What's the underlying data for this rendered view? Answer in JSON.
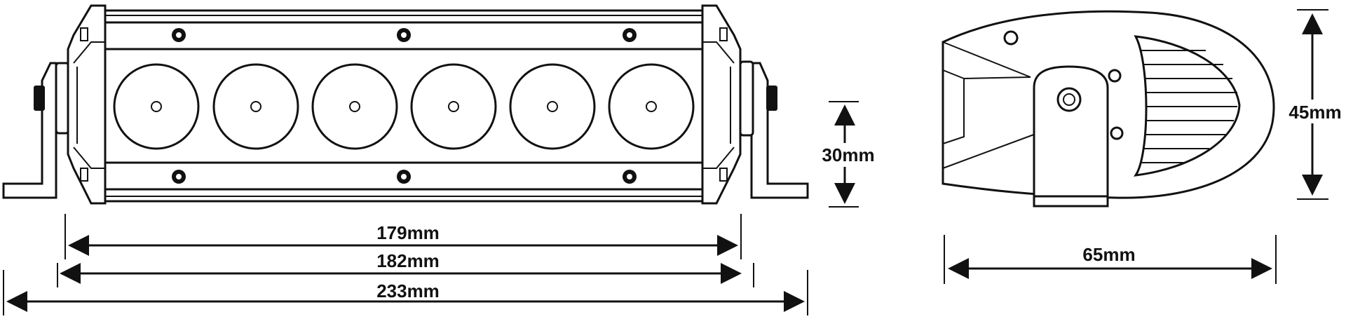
{
  "dimensions": {
    "lens_length": "179mm",
    "body_length": "182mm",
    "overall_length": "233mm",
    "body_height": "30mm",
    "side_height": "45mm",
    "side_depth": "65mm"
  },
  "front_view": {
    "lens_count": 6
  },
  "colors": {
    "ink": "#111111",
    "paper": "#ffffff"
  }
}
